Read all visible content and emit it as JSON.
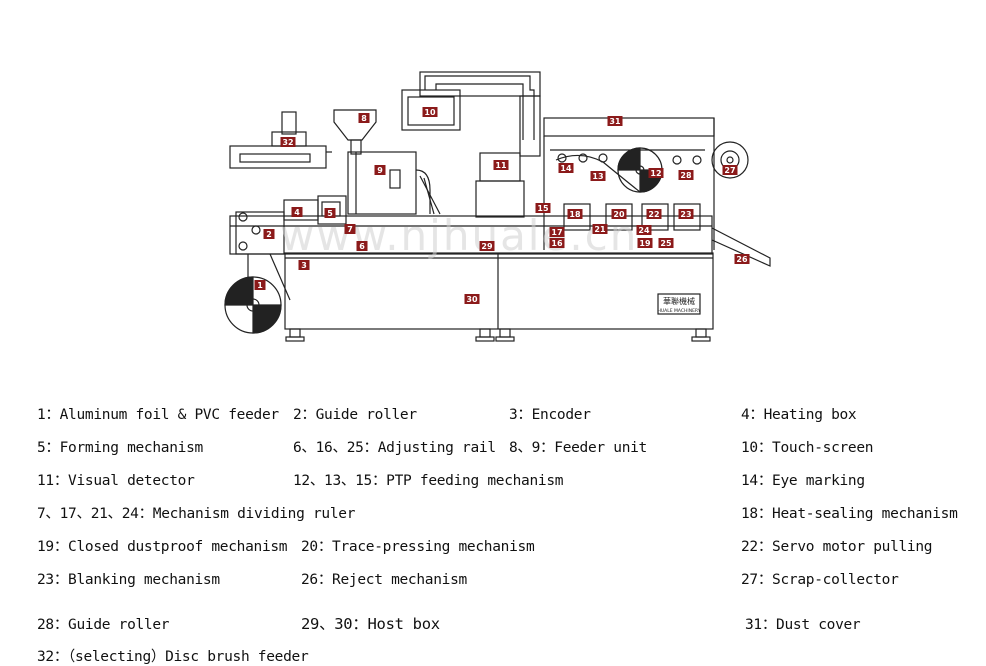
{
  "watermark": "www.njhuale.cn",
  "nameplate": {
    "line1": "華聯機械",
    "line2": "HUALE MACHINERY"
  },
  "markers": [
    "1",
    "2",
    "3",
    "4",
    "5",
    "6",
    "7",
    "8",
    "9",
    "10",
    "11",
    "12",
    "13",
    "14",
    "15",
    "16",
    "17",
    "18",
    "19",
    "20",
    "21",
    "22",
    "23",
    "24",
    "25",
    "26",
    "27",
    "28",
    "29",
    "30",
    "31",
    "32"
  ],
  "legend": [
    "1：Aluminum foil & PVC feeder",
    "2：Guide roller",
    "3：Encoder",
    "4：Heating box",
    "5：Forming mechanism",
    "6、16、25：Adjusting rail",
    "8、9：Feeder unit",
    "10：Touch-screen",
    "11：Visual detector",
    "12、13、15：PTP feeding mechanism",
    "14：Eye marking",
    "7、17、21、24：Mechanism dividing ruler",
    "18：Heat-sealing mechanism",
    "19：Closed dustproof mechanism",
    "20：Trace-pressing mechanism",
    "22：Servo motor pulling",
    "23：Blanking mechanism",
    "26：Reject mechanism",
    "27：Scrap-collector",
    "28：Guide roller",
    "29、30：Host box",
    "31：Dust cover",
    "32：（selecting）Disc brush feeder"
  ]
}
